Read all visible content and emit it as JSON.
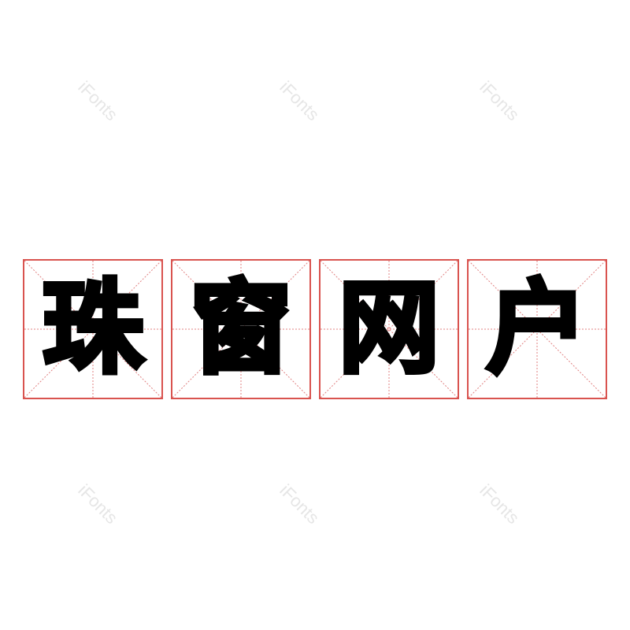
{
  "title": "珠窗网户",
  "characters": [
    "珠",
    "窗",
    "网",
    "户"
  ],
  "watermark": "iFonts",
  "colors": {
    "grid": "#d9534f",
    "glyph": "#000000",
    "watermark": "#e6e6e6"
  }
}
